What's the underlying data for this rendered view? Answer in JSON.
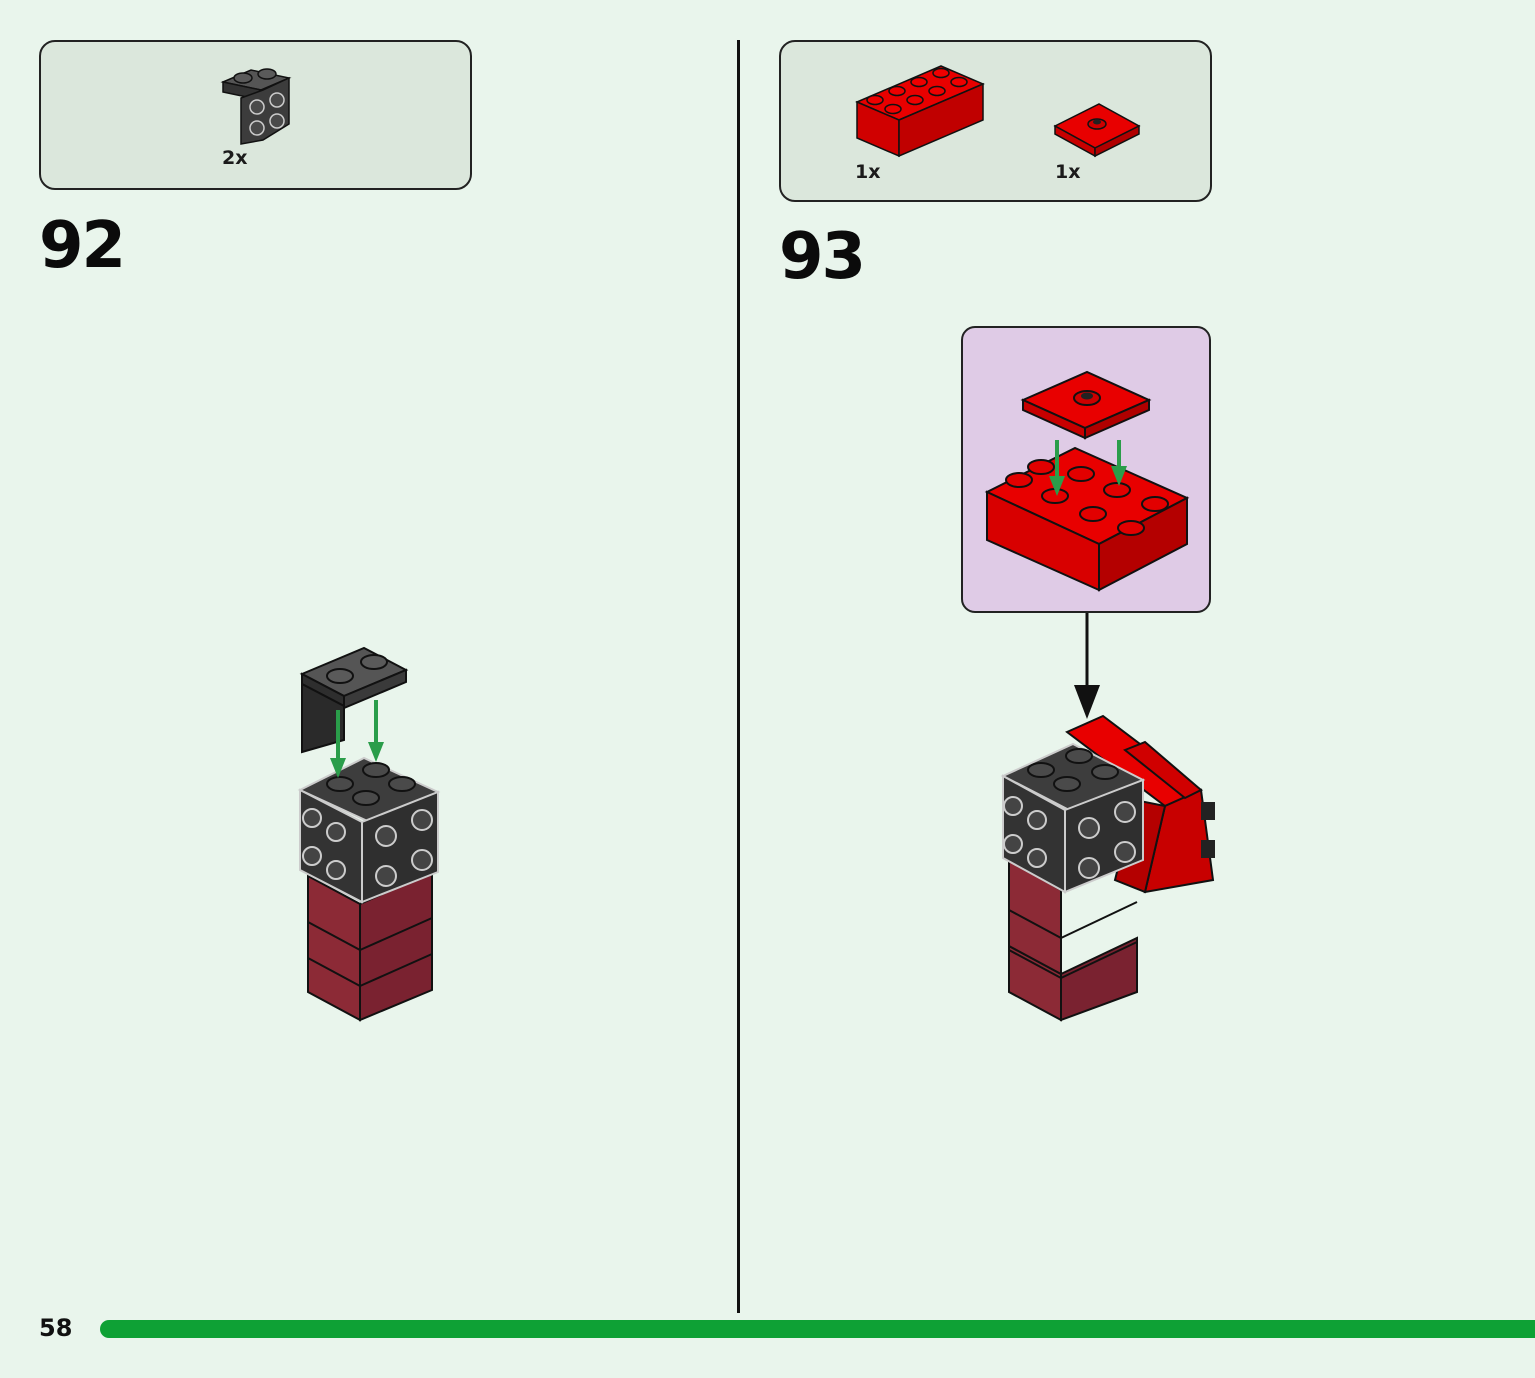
{
  "page": {
    "number": "58",
    "accent_color": "#0ea135",
    "background_color": "#e9f5ec"
  },
  "steps": [
    {
      "number": "92",
      "parts": [
        {
          "icon": "dark-gray-bracket-1x2-2x2-icon",
          "color": "#3a3a3a",
          "quantity": "2x"
        }
      ]
    },
    {
      "number": "93",
      "parts": [
        {
          "icon": "red-brick-2x4-icon",
          "color": "#e00000",
          "quantity": "1x"
        },
        {
          "icon": "red-plate-2x2-jumper-icon",
          "color": "#e00000",
          "quantity": "1x"
        }
      ]
    }
  ]
}
